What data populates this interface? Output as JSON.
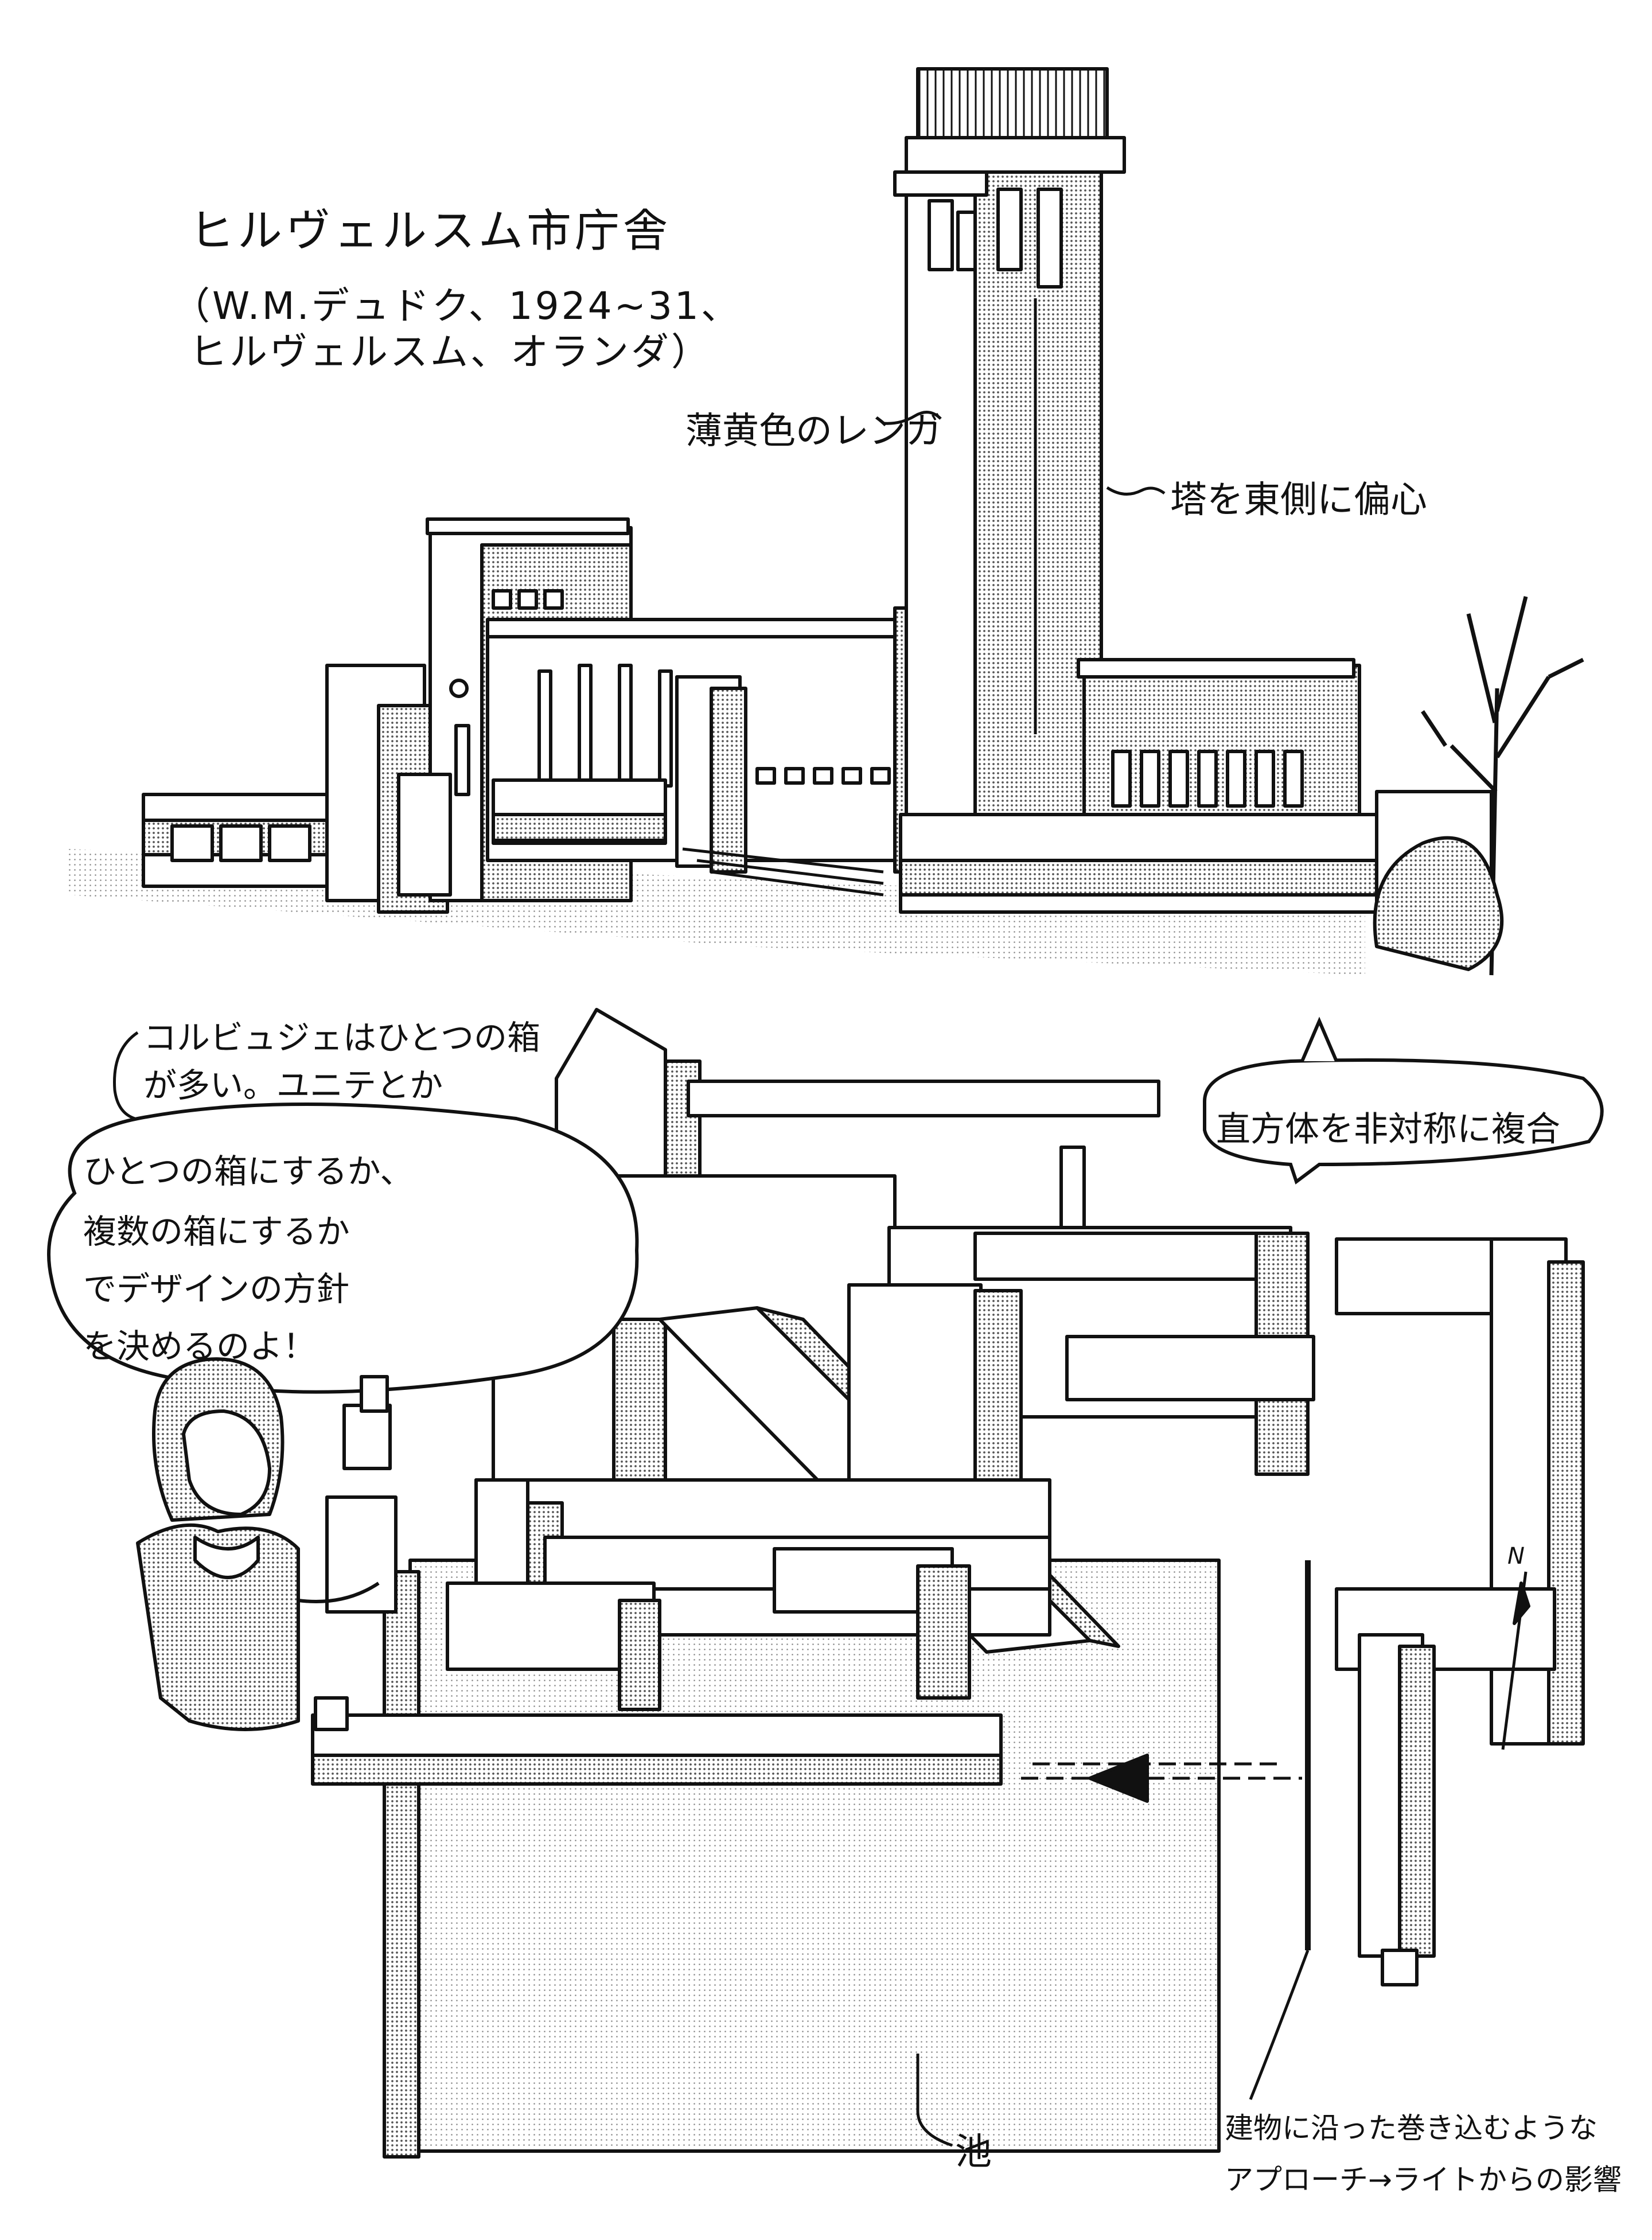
{
  "building_title": "ヒルヴェルスム市庁舎",
  "credit_line1": "（W.M.デュドク、1924~31、",
  "credit_line2": "ヒルヴェルスム、オランダ）",
  "label_brick": "薄黄色のレンガ",
  "label_tower": "塔を東側に偏心",
  "label_corbusier_line1": "コルビュジェはひとつの箱",
  "label_corbusier_line2": "が多い。ユニテとか",
  "label_cubes": "直方体を非対称に複合",
  "speech_line1": "ひとつの箱にするか、",
  "speech_line2": "複数の箱にするか",
  "speech_line3": "でデザインの方針",
  "speech_line4": "を決めるのよ！",
  "label_pond": "池",
  "label_approach_line1": "建物に沿った巻き込むような",
  "label_approach_line2": "アプローチ→ライトからの影響",
  "north_mark": "N",
  "colors": {
    "ink": "#111111",
    "tone": "#b9b9b9",
    "paper": "#ffffff"
  }
}
